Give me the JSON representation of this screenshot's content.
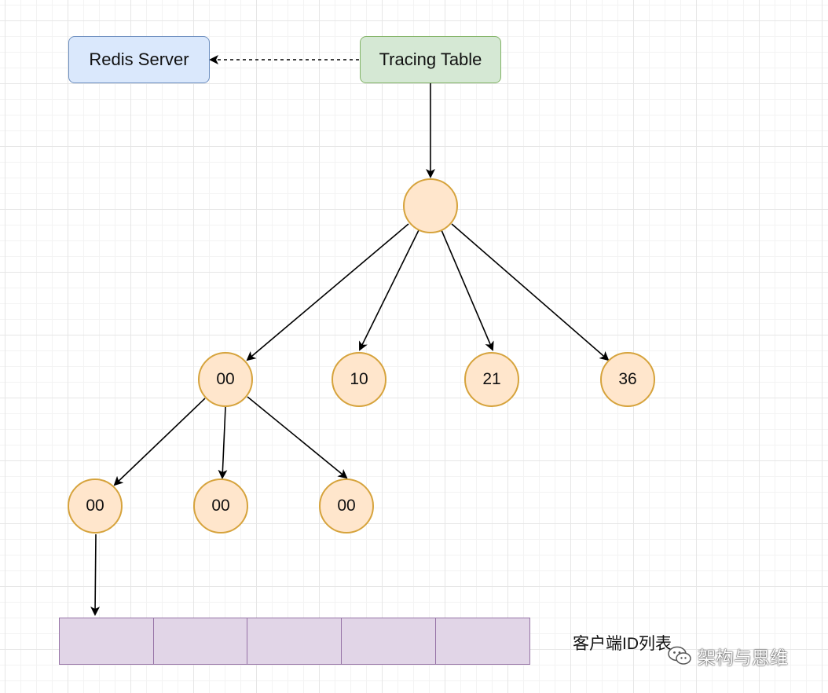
{
  "nodes": {
    "redis_server": "Redis Server",
    "tracing_table": "Tracing Table",
    "level1": [
      "00",
      "10",
      "21",
      "36"
    ],
    "level2": [
      "00",
      "00",
      "00"
    ]
  },
  "client_list": {
    "label": "客户端ID列表",
    "cell_count": 5
  },
  "watermark": {
    "text": "架构与思维",
    "icon": "wechat-icon"
  },
  "colors": {
    "blue_fill": "#dae8fc",
    "blue_stroke": "#6c8ebf",
    "green_fill": "#d5e8d4",
    "green_stroke": "#82b366",
    "orange_fill": "#ffe6cc",
    "orange_stroke": "#d6a33c",
    "purple_fill": "#e1d5e7",
    "purple_stroke": "#9673a6"
  }
}
